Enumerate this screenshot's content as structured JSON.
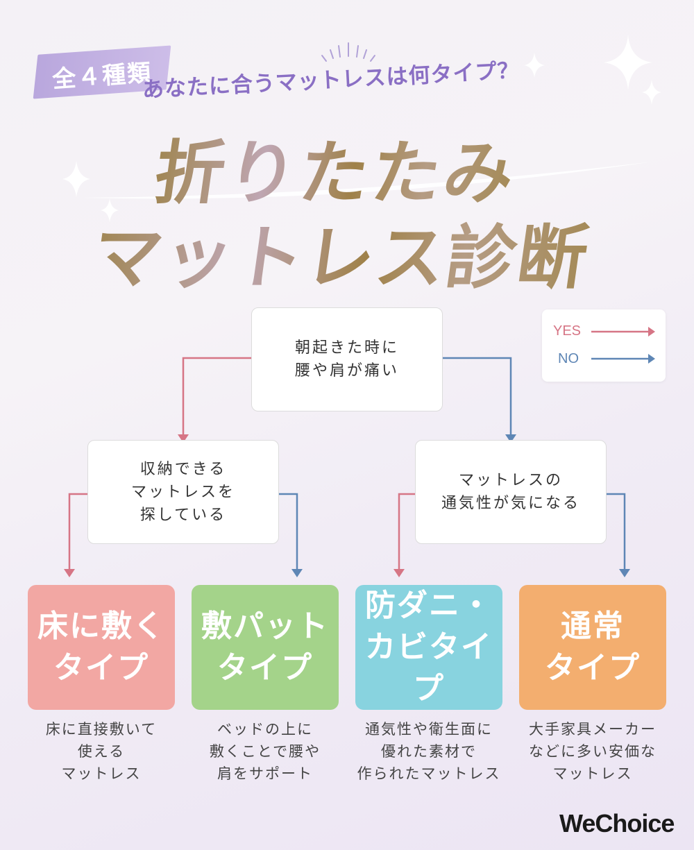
{
  "header": {
    "badge": "全４種類",
    "subtitle": "あなたに合うマットレスは何タイプ？",
    "title_line1": "折りたたみ",
    "title_line2": "マットレス診断"
  },
  "legend": {
    "yes_label": "YES",
    "no_label": "NO",
    "yes_color": "#d67585",
    "no_color": "#5e86b5"
  },
  "questions": {
    "top": [
      "朝起きた時に",
      "腰や肩が痛い"
    ],
    "left": [
      "収納できる",
      "マットレスを",
      "探している"
    ],
    "right": [
      "マットレスの",
      "通気性が気になる"
    ]
  },
  "results": [
    {
      "line1": "床に敷く",
      "line2": "タイプ",
      "color": "#f2a7a3",
      "desc": [
        "床に直接敷いて",
        "使える",
        "マットレス"
      ]
    },
    {
      "line1": "敷パット",
      "line2": "タイプ",
      "color": "#a4d38a",
      "desc": [
        "ベッドの上に",
        "敷くことで腰や",
        "肩をサポート"
      ]
    },
    {
      "line1": "防ダニ・",
      "line2": "カビタイプ",
      "color": "#88d3df",
      "desc": [
        "通気性や衛生面に",
        "優れた素材で",
        "作られたマットレス"
      ]
    },
    {
      "line1": "通常",
      "line2": "タイプ",
      "color": "#f3ae6f",
      "desc": [
        "大手家具メーカー",
        "などに多い安価な",
        "マットレス"
      ]
    }
  ],
  "logo": "WeChoice"
}
